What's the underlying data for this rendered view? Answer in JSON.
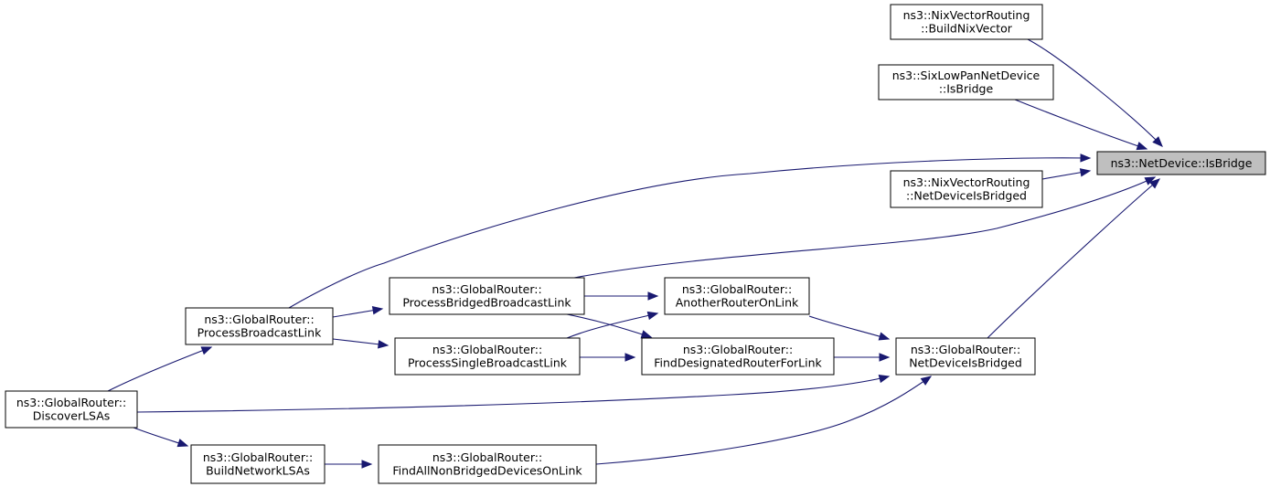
{
  "diagram": {
    "colors": {
      "edge": "#191970",
      "focus_fill": "#bfbfbf",
      "node_border": "#000000",
      "background": "#ffffff"
    },
    "nodes": [
      {
        "id": "isbridge",
        "lines": [
          "ns3::NetDevice::IsBridge"
        ],
        "focus": true
      },
      {
        "id": "buildnixvector",
        "lines": [
          "ns3::NixVectorRouting",
          "::BuildNixVector"
        ]
      },
      {
        "id": "sixlowpan",
        "lines": [
          "ns3::SixLowPanNetDevice",
          "::IsBridge"
        ]
      },
      {
        "id": "nixbridged",
        "lines": [
          "ns3::NixVectorRouting",
          "::NetDeviceIsBridged"
        ]
      },
      {
        "id": "procbridgedbcast",
        "lines": [
          "ns3::GlobalRouter::",
          "ProcessBridgedBroadcastLink"
        ]
      },
      {
        "id": "anotherrouter",
        "lines": [
          "ns3::GlobalRouter::",
          "AnotherRouterOnLink"
        ]
      },
      {
        "id": "procbcast",
        "lines": [
          "ns3::GlobalRouter::",
          "ProcessBroadcastLink"
        ]
      },
      {
        "id": "procsinglebcast",
        "lines": [
          "ns3::GlobalRouter::",
          "ProcessSingleBroadcastLink"
        ]
      },
      {
        "id": "finddesignated",
        "lines": [
          "ns3::GlobalRouter::",
          "FindDesignatedRouterForLink"
        ]
      },
      {
        "id": "grbridged",
        "lines": [
          "ns3::GlobalRouter::",
          "NetDeviceIsBridged"
        ]
      },
      {
        "id": "discoverlsas",
        "lines": [
          "ns3::GlobalRouter::",
          "DiscoverLSAs"
        ]
      },
      {
        "id": "buildnetlsas",
        "lines": [
          "ns3::GlobalRouter::",
          "BuildNetworkLSAs"
        ]
      },
      {
        "id": "findallnonbridged",
        "lines": [
          "ns3::GlobalRouter::",
          "FindAllNonBridgedDevicesOnLink"
        ]
      }
    ],
    "edges": [
      {
        "from": "buildnixvector",
        "to": "isbridge"
      },
      {
        "from": "sixlowpan",
        "to": "isbridge"
      },
      {
        "from": "procbcast",
        "to": "isbridge"
      },
      {
        "from": "nixbridged",
        "to": "isbridge"
      },
      {
        "from": "procbridgedbcast",
        "to": "isbridge"
      },
      {
        "from": "grbridged",
        "to": "isbridge"
      },
      {
        "from": "procbcast",
        "to": "procbridgedbcast"
      },
      {
        "from": "procbcast",
        "to": "procsinglebcast"
      },
      {
        "from": "procbridgedbcast",
        "to": "anotherrouter"
      },
      {
        "from": "procsinglebcast",
        "to": "anotherrouter"
      },
      {
        "from": "procbridgedbcast",
        "to": "finddesignated"
      },
      {
        "from": "procsinglebcast",
        "to": "finddesignated"
      },
      {
        "from": "anotherrouter",
        "to": "grbridged"
      },
      {
        "from": "finddesignated",
        "to": "grbridged"
      },
      {
        "from": "discoverlsas",
        "to": "procbcast"
      },
      {
        "from": "discoverlsas",
        "to": "grbridged"
      },
      {
        "from": "discoverlsas",
        "to": "buildnetlsas"
      },
      {
        "from": "buildnetlsas",
        "to": "findallnonbridged"
      },
      {
        "from": "findallnonbridged",
        "to": "grbridged"
      }
    ]
  }
}
